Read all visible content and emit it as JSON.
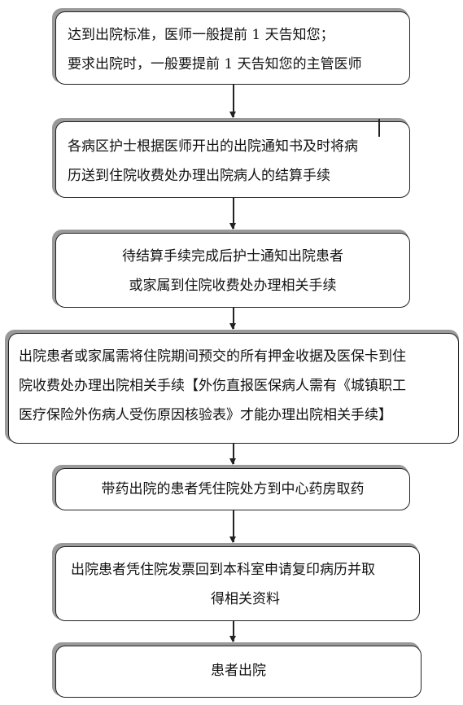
{
  "flowchart": {
    "steps": [
      {
        "lines": [
          "达到出院标准，医师一般提前 1 天告知您；",
          "要求出院时，一般要提前 1 天告知您的主管医师"
        ]
      },
      {
        "lines": [
          "各病区护士根据医师开出的出院通知书及时将病",
          "历送到住院收费处办理出院病人的结算手续"
        ]
      },
      {
        "lines": [
          "待结算手续完成后护士通知出院患者",
          "或家属到住院收费处办理相关手续"
        ]
      },
      {
        "lines": [
          "出院患者或家属需将住院期间预交的所有押金收据及医保卡到住",
          "院收费处办理出院相关手续【外伤直报医保病人需有《城镇职工",
          "医疗保险外伤病人受伤原因核验表》才能办理出院相关手续】"
        ]
      },
      {
        "lines": [
          "带药出院的患者凭住院处方到中心药房取药"
        ]
      },
      {
        "lines": [
          "出院患者凭住院发票回到本科室申请复印病历并取",
          "得相关资料"
        ]
      },
      {
        "lines": [
          "患者出院"
        ]
      }
    ]
  }
}
